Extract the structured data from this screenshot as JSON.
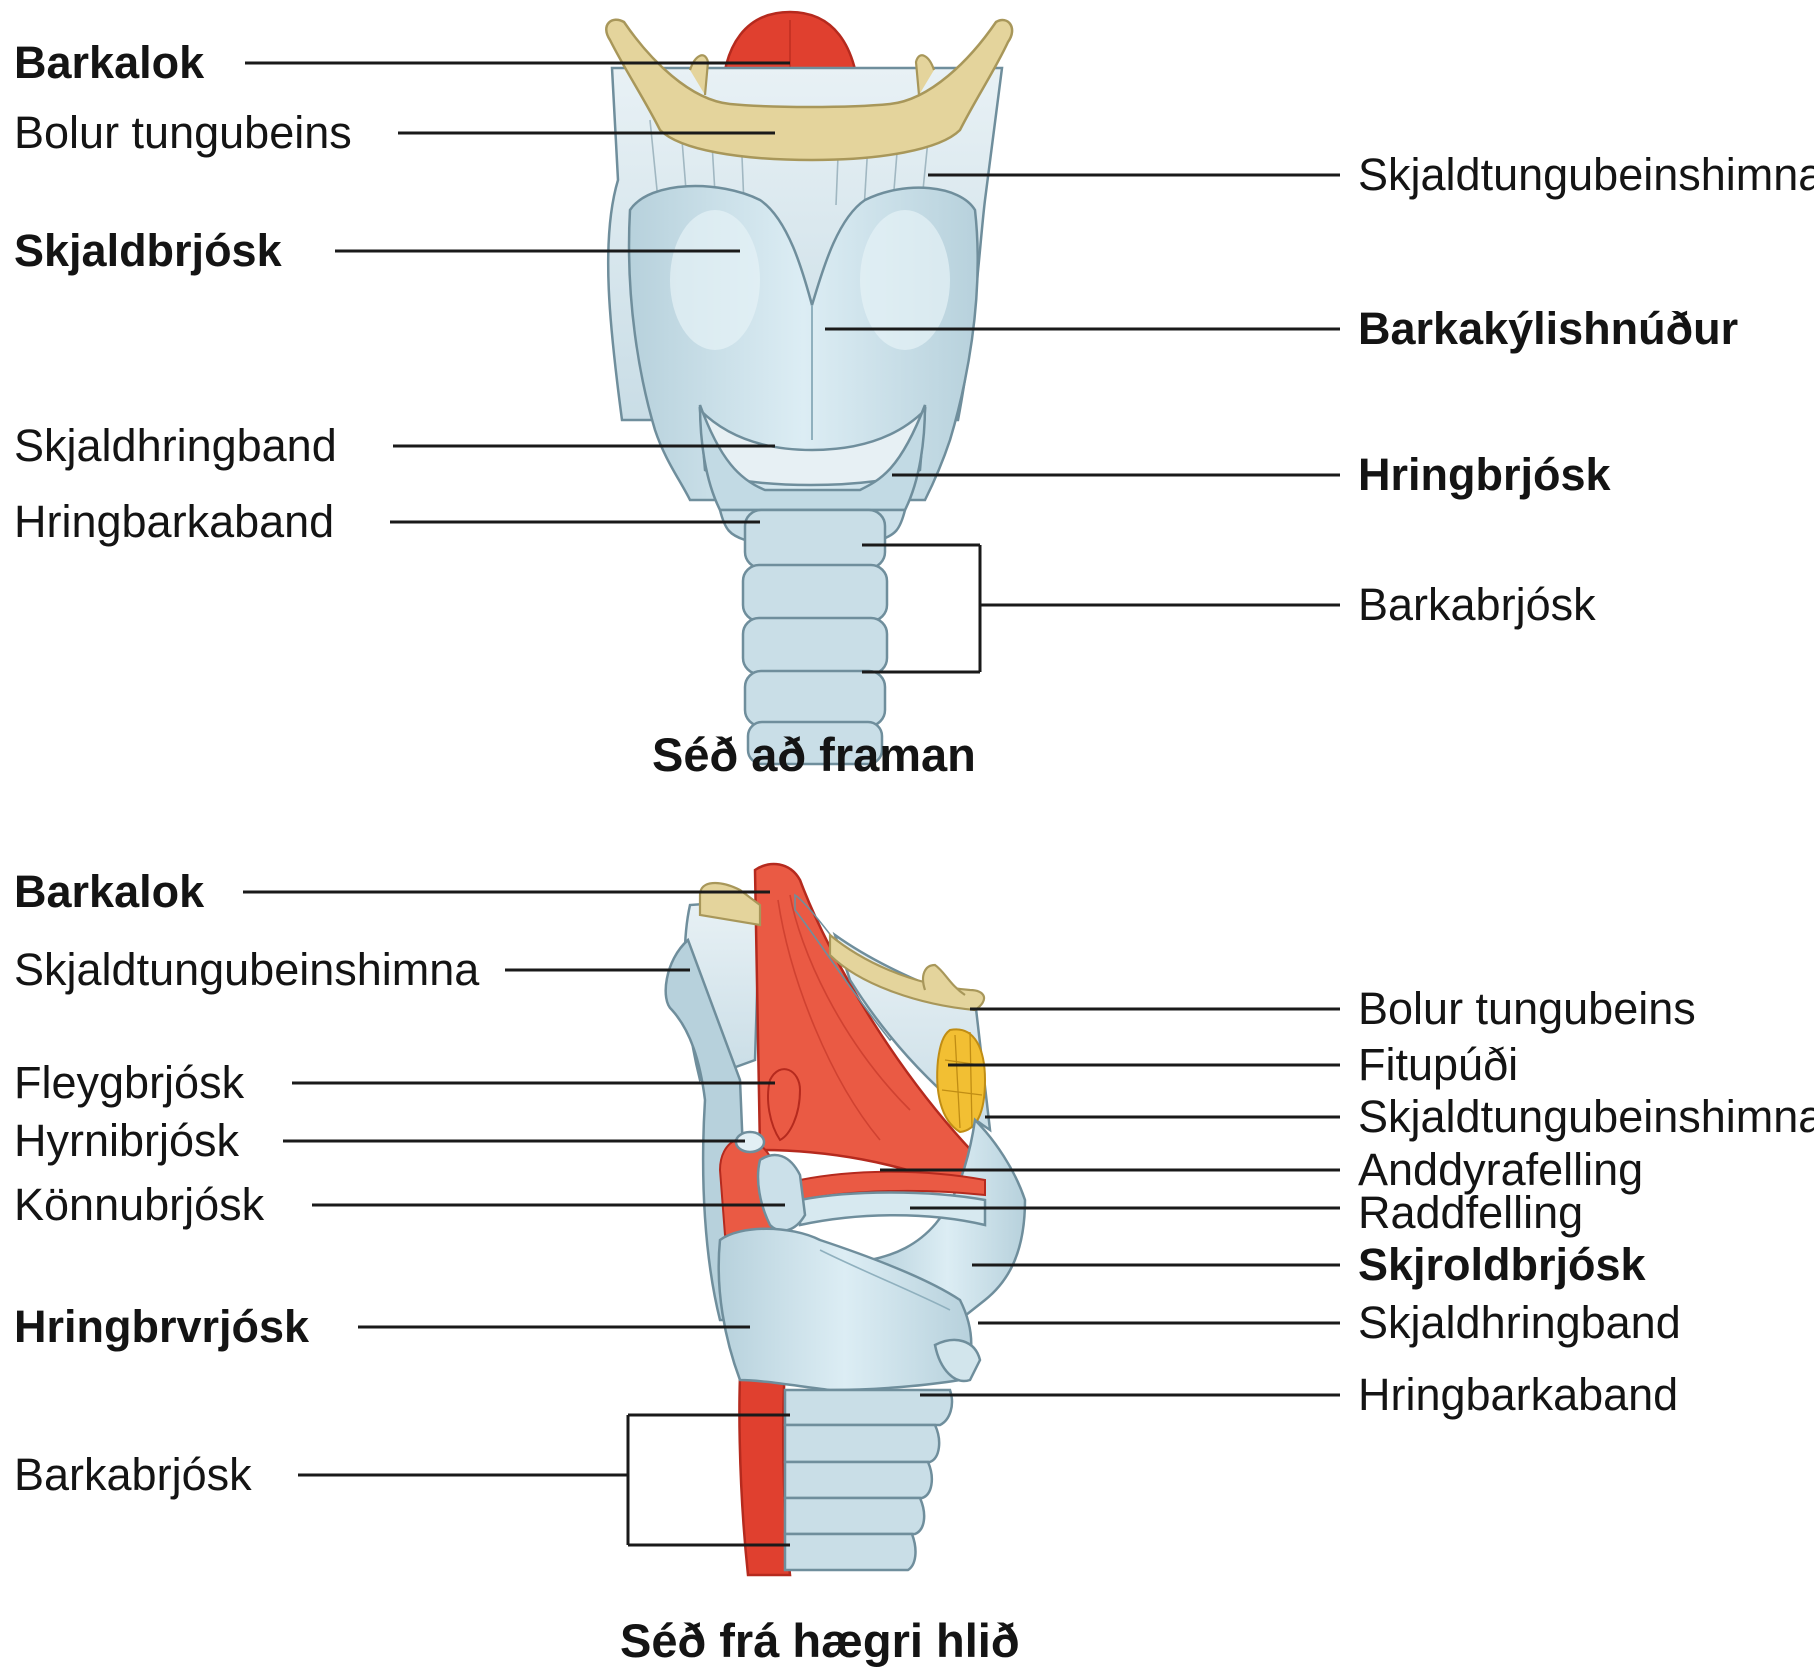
{
  "front_view": {
    "caption": "Séð að framan",
    "labels_left": [
      {
        "text": "Barkalok",
        "bold": true
      },
      {
        "text": "Bolur tungubeins",
        "bold": false
      },
      {
        "text": "Skjaldbrjósk",
        "bold": true
      },
      {
        "text": "Skjaldhringband",
        "bold": false
      },
      {
        "text": "Hringbarkaband",
        "bold": false
      }
    ],
    "labels_right": [
      {
        "text": "Skjaldtungubeinshimna",
        "bold": false
      },
      {
        "text": "Barkakýlishnúður",
        "bold": true
      },
      {
        "text": "Hringbrjósk",
        "bold": true
      },
      {
        "text": "Barkabrjósk",
        "bold": false
      }
    ]
  },
  "side_view": {
    "caption": "Séð frá hægri hlið",
    "labels_left": [
      {
        "text": "Barkalok",
        "bold": true
      },
      {
        "text": "Skjaldtungubeinshimna",
        "bold": false
      },
      {
        "text": "Fleygbrjósk",
        "bold": false
      },
      {
        "text": "Hyrnibrjósk",
        "bold": false
      },
      {
        "text": "Könnubrjósk",
        "bold": false
      },
      {
        "text": "Hringbrvrjósk",
        "bold": true
      },
      {
        "text": "Barkabrjósk",
        "bold": false
      }
    ],
    "labels_right": [
      {
        "text": "Bolur tungubeins",
        "bold": false
      },
      {
        "text": "Fitupúði",
        "bold": false
      },
      {
        "text": "Skjaldtungubeinshimna",
        "bold": false
      },
      {
        "text": "Anddyrafelling",
        "bold": false
      },
      {
        "text": "Raddfelling",
        "bold": false
      },
      {
        "text": "Skjroldbrjósk",
        "bold": true
      },
      {
        "text": "Skjaldhringband",
        "bold": false
      },
      {
        "text": "Hringbarkaband",
        "bold": false
      }
    ]
  },
  "colors": {
    "cartilage": "#c6dde7",
    "cartilage_light": "#ddeef4",
    "outline": "#6f8e9c",
    "bone": "#e4d49c",
    "epiglottis": "#e0402f",
    "muscle": "#ea5a44",
    "fat": "#f2bf33"
  }
}
